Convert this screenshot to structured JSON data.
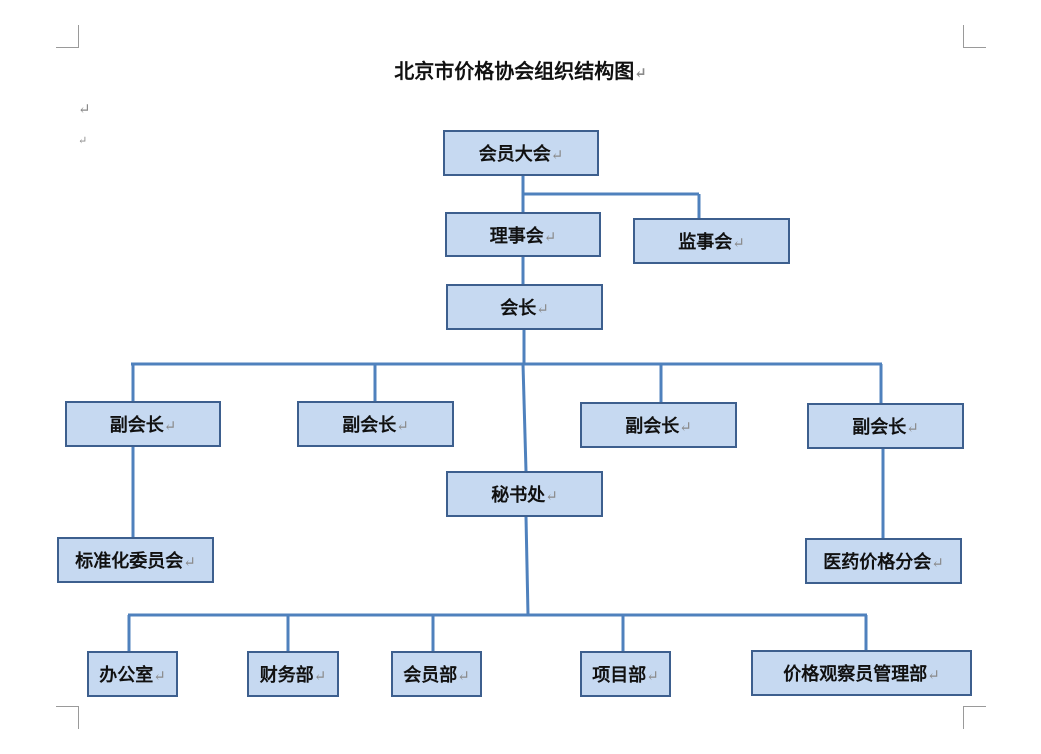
{
  "title": "北京市价格协会组织结构图",
  "nodes": {
    "general_assembly": "会员大会",
    "council": "理事会",
    "supervisory_board": "监事会",
    "president": "会长",
    "vice_president_1": "副会长",
    "vice_president_2": "副会长",
    "vice_president_3": "副会长",
    "vice_president_4": "副会长",
    "secretariat": "秘书处",
    "standardization_committee": "标准化委员会",
    "medical_price_branch": "医药价格分会",
    "office": "办公室",
    "finance_dept": "财务部",
    "membership_dept": "会员部",
    "project_dept": "项目部",
    "price_observer_dept": "价格观察员管理部"
  },
  "colors": {
    "box_fill": "#c6d9f1",
    "box_border": "#3d5f8e",
    "connector": "#4f81bd"
  }
}
